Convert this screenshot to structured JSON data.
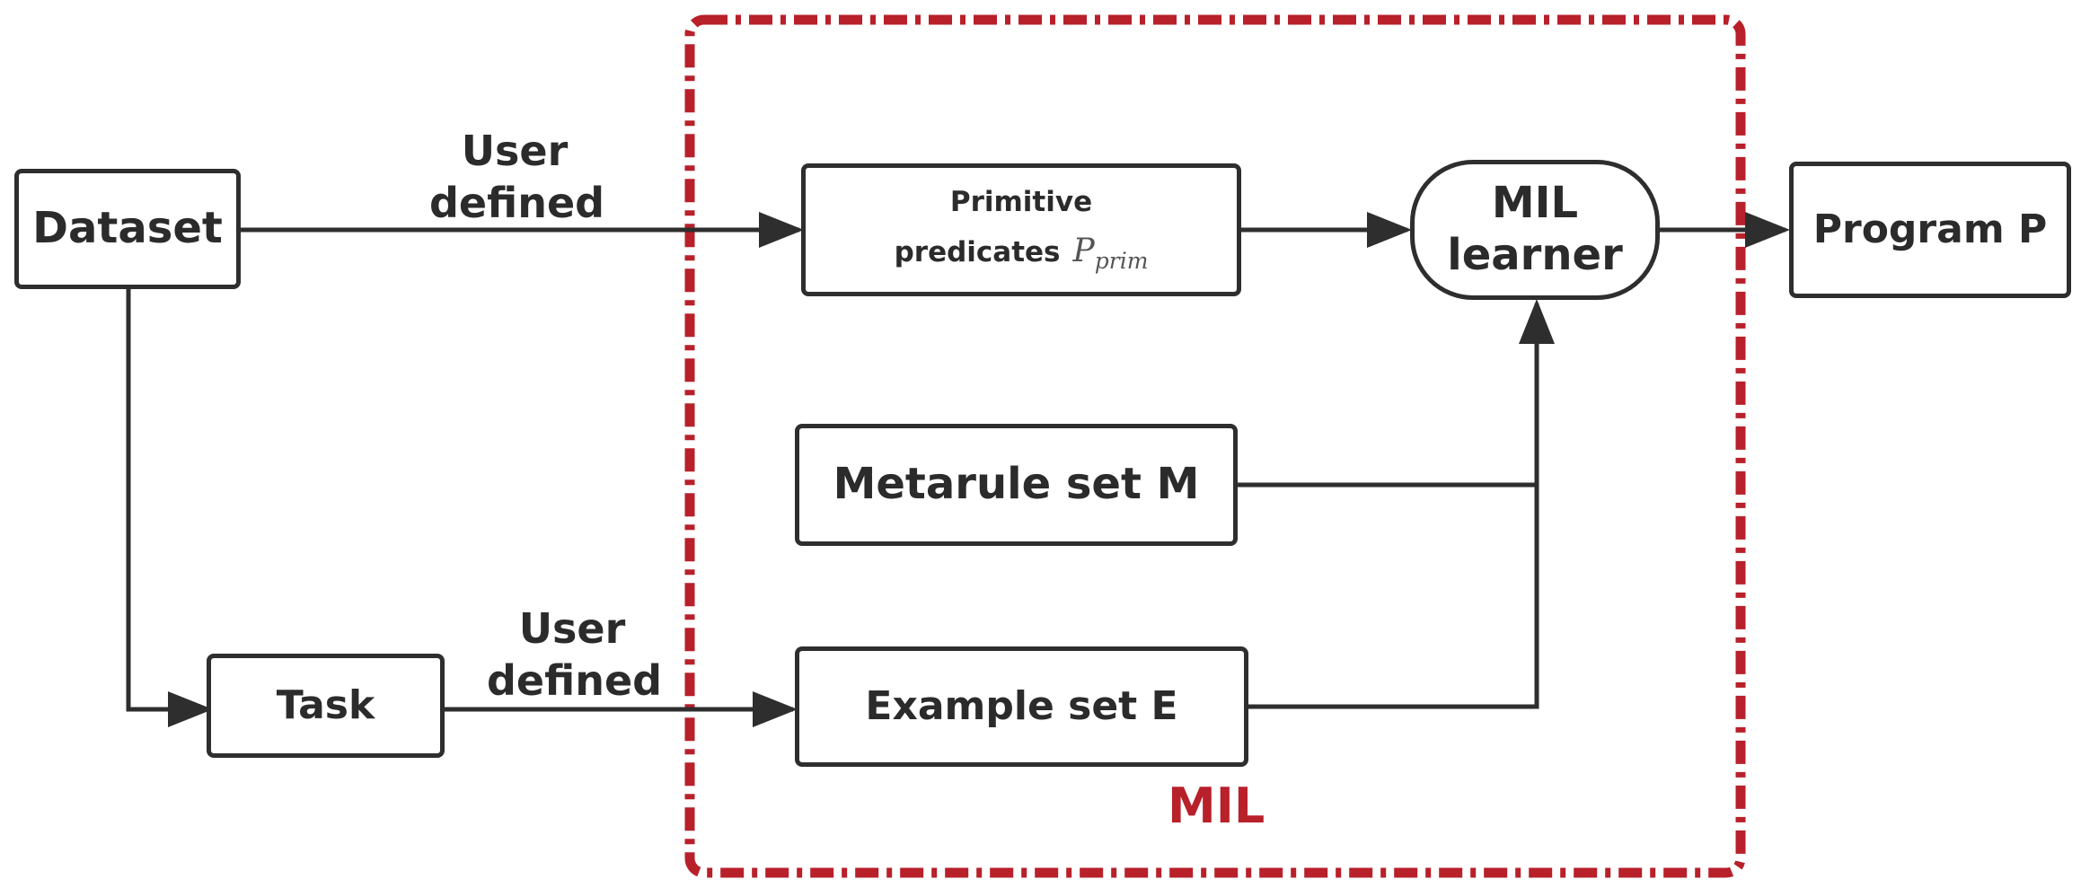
{
  "nodes": {
    "dataset": "Dataset",
    "task": "Task",
    "primitive_line1": "Primitive",
    "primitive_line2": "predicates",
    "primitive_symbol": "P",
    "primitive_subscript": "prim",
    "metarule": "Metarule set M",
    "example": "Example set E",
    "mil_learner_line1": "MIL",
    "mil_learner_line2": "learner",
    "program": "Program P"
  },
  "edge_labels": {
    "top_line1": "User",
    "top_line2": "defined",
    "bottom_line1": "User",
    "bottom_line2": "defined"
  },
  "region": {
    "label": "MIL",
    "color": "#b8202a"
  },
  "colors": {
    "stroke": "#2e2e2e",
    "text": "#2b2b2b"
  }
}
